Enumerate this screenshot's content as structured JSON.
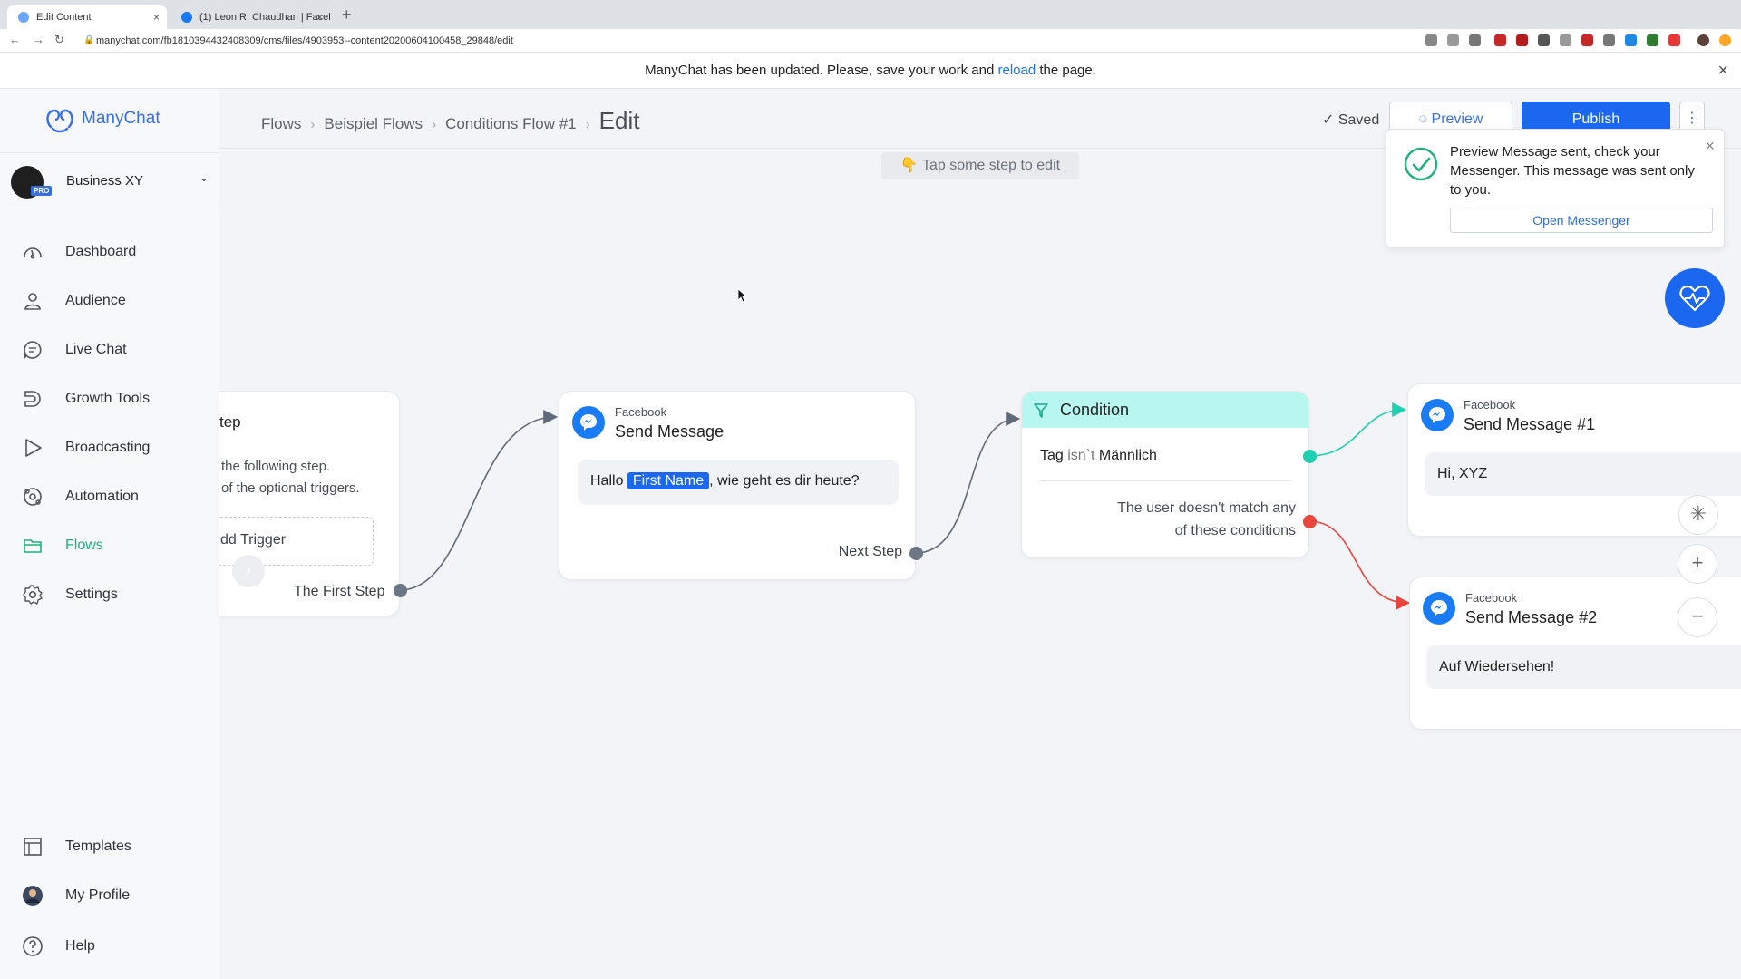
{
  "browser": {
    "tabs": [
      {
        "title": "Edit Content",
        "close": "×"
      },
      {
        "title": "(1) Leon R. Chaudhari | Faceb",
        "close": "×"
      }
    ],
    "new_tab": "+",
    "url": "manychat.com/fb1810394432408309/cms/files/4903953--content20200604100458_29848/edit"
  },
  "banner": {
    "text_before": "ManyChat has been updated. Please, save your work and ",
    "link": "reload",
    "text_after": " the page.",
    "close": "×"
  },
  "sidebar": {
    "brand": "ManyChat",
    "business": {
      "name": "Business XY",
      "badge": "PRO"
    },
    "items": [
      {
        "label": "Dashboard"
      },
      {
        "label": "Audience"
      },
      {
        "label": "Live Chat"
      },
      {
        "label": "Growth Tools"
      },
      {
        "label": "Broadcasting"
      },
      {
        "label": "Automation"
      },
      {
        "label": "Flows"
      },
      {
        "label": "Settings"
      }
    ],
    "bottom_items": [
      {
        "label": "Templates"
      },
      {
        "label": "My Profile"
      },
      {
        "label": "Help"
      }
    ]
  },
  "header": {
    "breadcrumbs": [
      "Flows",
      "Beispiel Flows",
      "Conditions Flow #1"
    ],
    "current": "Edit",
    "saved": "Saved",
    "preview": "Preview",
    "publish": "Publish",
    "more": "⋮"
  },
  "canvas": {
    "hint": "Tap some step to edit",
    "toast": {
      "message": "Preview Message sent, check your Messenger. This message was sent only to you.",
      "button": "Open Messenger",
      "close": "×"
    },
    "start_node": {
      "title": "tep",
      "desc_1": "the following step.",
      "desc_2": "of the optional triggers.",
      "trigger": "dd Trigger",
      "port": "The First Step"
    },
    "send_message": {
      "source": "Facebook",
      "title": "Send Message",
      "text_before": "Hallo ",
      "variable": "First Name",
      "text_after": ", wie geht es dir heute?",
      "port": "Next Step"
    },
    "condition": {
      "title": "Condition",
      "rule_tag": "Tag",
      "rule_op": " isn`t ",
      "rule_value": "Männlich",
      "fallback_1": "The user doesn't match any",
      "fallback_2": "of these conditions"
    },
    "message_1": {
      "source": "Facebook",
      "title": "Send Message #1",
      "text": "Hi, XYZ"
    },
    "message_2": {
      "source": "Facebook",
      "title": "Send Message #2",
      "text": "Auf Wiedersehen!"
    },
    "zoom_in": "+",
    "zoom_out": "−"
  },
  "colors": {
    "primary": "#1c67f0",
    "flows_active": "#22b07d",
    "condition_header": "#b7f7ef",
    "match_dot": "#1fcfb0",
    "fallback_dot": "#e8453c",
    "connector": "#5f6b7a"
  }
}
